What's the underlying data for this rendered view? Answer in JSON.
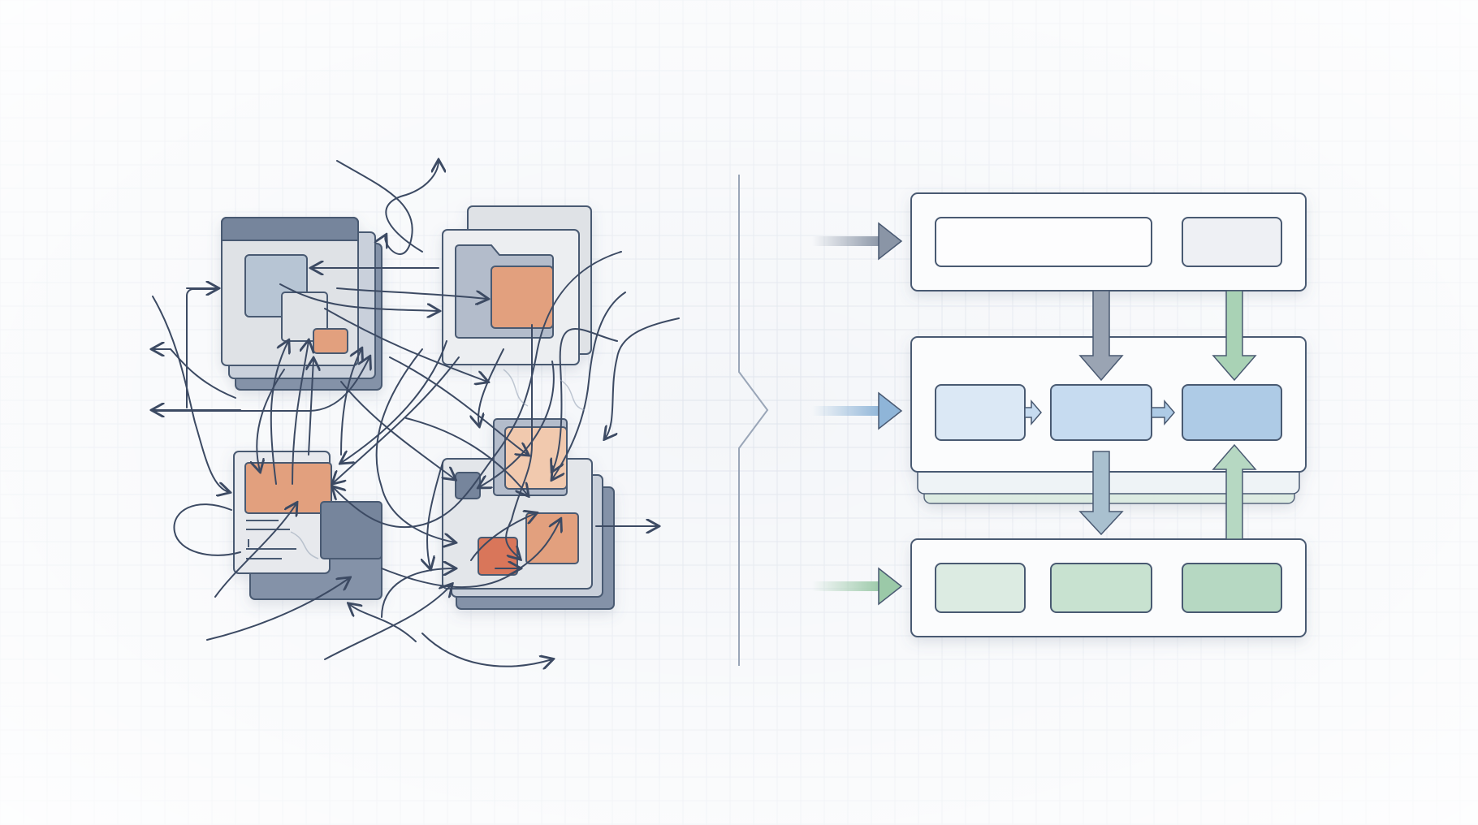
{
  "colors": {
    "background": "#f4f6f9",
    "grid": "#dfe4ec",
    "outline": "#4a5a72",
    "line": "#3c4a63",
    "slate": "#8492a8",
    "slate_light": "#c9d0db",
    "gray_panel": "#dfe2e6",
    "gray_panel_light": "#eceef1",
    "orange": "#e2a07e",
    "orange_dark": "#d9765a",
    "peach": "#f1c9ae",
    "steel": "#b7c5d4",
    "blue_light": "#dbe8f5",
    "blue_mid": "#c6dbf0",
    "blue": "#aecbe6",
    "green_light": "#dcebe2",
    "green": "#b6d8c2",
    "gray_box": "#eef0f4",
    "arrow_gray": "#8a95a6",
    "arrow_blue": "#8fb5d8",
    "arrow_green": "#9bc9a8"
  },
  "diagram": {
    "left_side": "tangled",
    "right_side": "layered",
    "divider": "chevron-right"
  }
}
